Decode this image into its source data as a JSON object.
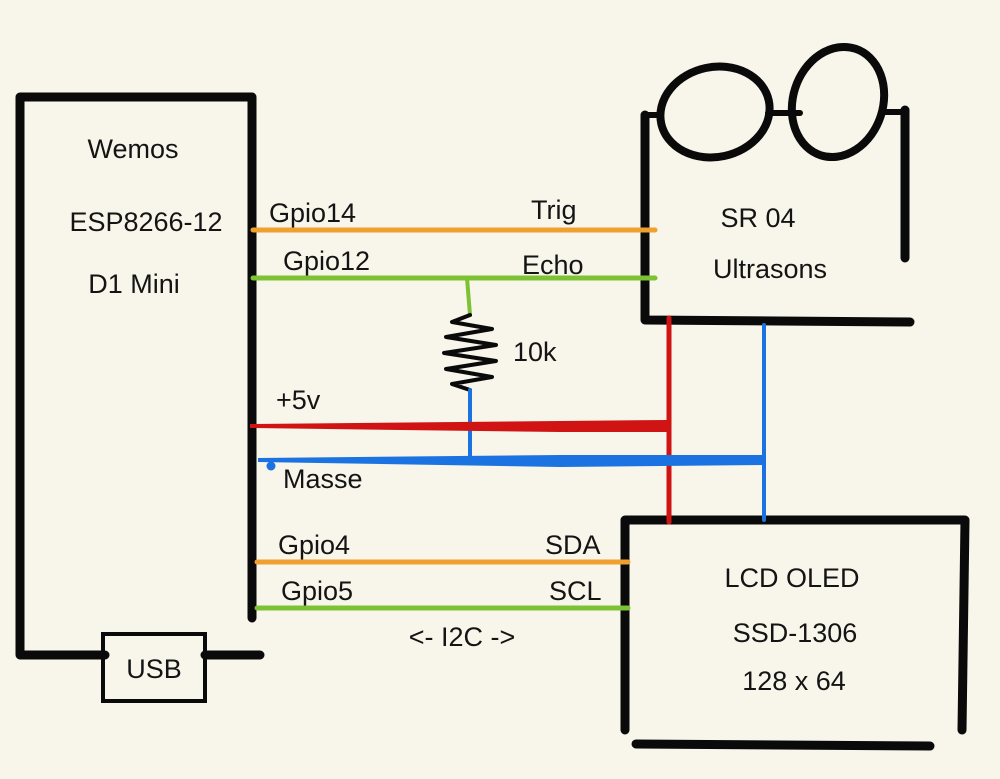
{
  "wemos": {
    "line1": "Wemos",
    "line2": "ESP8266-12",
    "line3": "D1 Mini",
    "usb": "USB"
  },
  "sensor": {
    "line1": "SR 04",
    "line2": "Ultrasons"
  },
  "oled": {
    "line1": "LCD OLED",
    "line2": "SSD-1306",
    "line3": "128 x 64"
  },
  "wires": {
    "gpio14": "Gpio14",
    "trig": "Trig",
    "gpio12": "Gpio12",
    "echo": "Echo",
    "power": "+5v",
    "ground": "Masse",
    "gpio4": "Gpio4",
    "sda": "SDA",
    "gpio5": "Gpio5",
    "scl": "SCL",
    "bus": "<- I2C ->"
  },
  "resistor": {
    "value": "10k"
  },
  "colors": {
    "orange": "#f0a030",
    "green": "#7cc233",
    "red": "#d01414",
    "blue": "#1a73e0",
    "ink": "#0a0a0a",
    "background": "#f8f5ea"
  }
}
